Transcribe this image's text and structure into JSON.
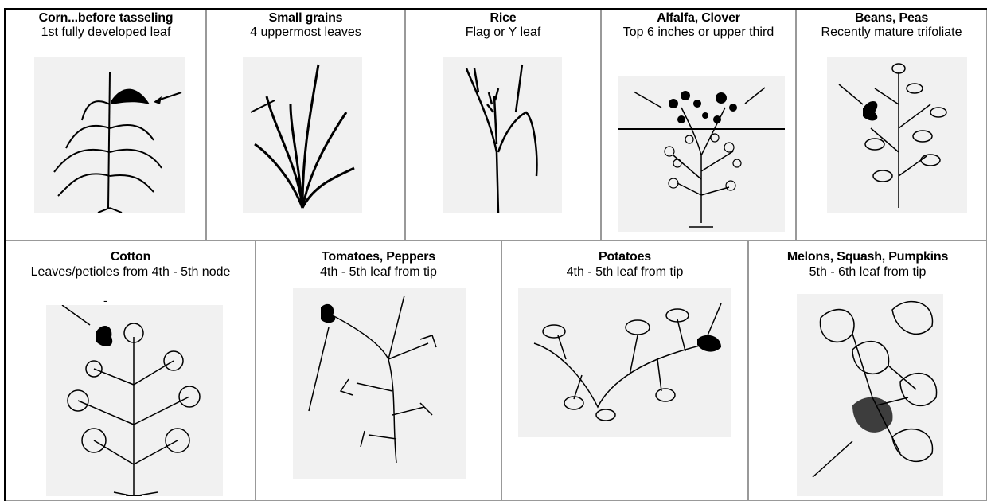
{
  "top_row": [
    {
      "title": "Corn...before tasseling",
      "sub": "1st fully developed leaf",
      "icon": "corn-plant-icon"
    },
    {
      "title": "Small grains",
      "sub": "4 uppermost leaves",
      "icon": "small-grains-plant-icon"
    },
    {
      "title": "Rice",
      "sub": "Flag or Y leaf",
      "icon": "rice-plant-icon"
    },
    {
      "title": "Alfalfa, Clover",
      "sub": "Top 6 inches or upper third",
      "icon": "alfalfa-clover-plant-icon"
    },
    {
      "title": "Beans, Peas",
      "sub": "Recently mature trifoliate",
      "icon": "bean-plant-icon"
    }
  ],
  "bottom_row": [
    {
      "title": "Cotton",
      "sub": "Leaves/petioles from 4th - 5th node",
      "icon": "cotton-plant-icon"
    },
    {
      "title": "Tomatoes, Peppers",
      "sub": "4th - 5th leaf from tip",
      "icon": "tomato-plant-icon"
    },
    {
      "title": "Potatoes",
      "sub": "4th - 5th leaf from tip",
      "icon": "potato-plant-icon"
    },
    {
      "title": "Melons, Squash, Pumpkins",
      "sub": "5th - 6th leaf from tip",
      "icon": "melon-vine-icon"
    }
  ]
}
